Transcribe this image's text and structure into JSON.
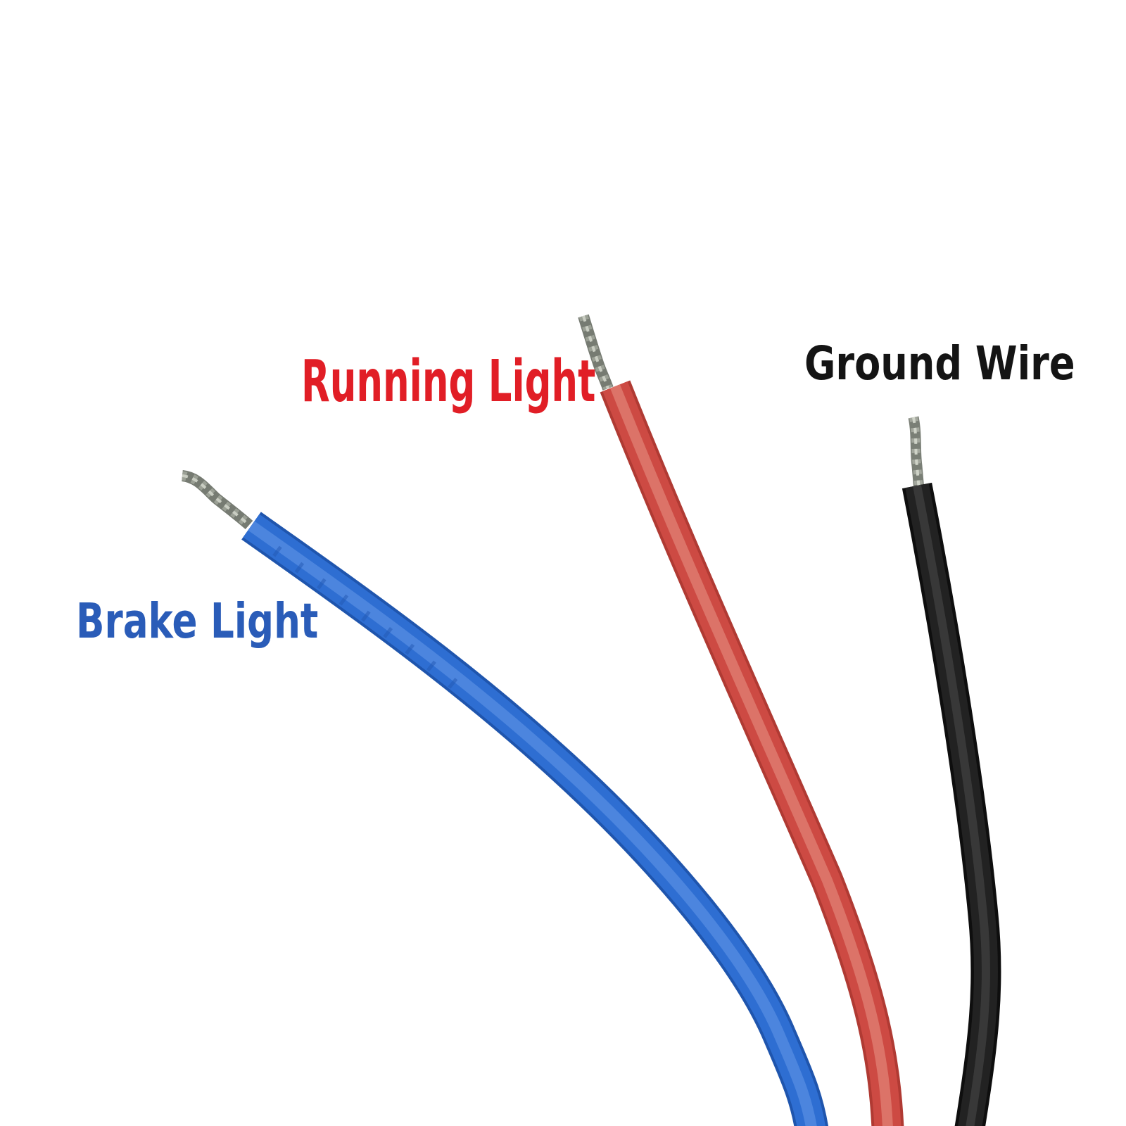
{
  "background_color": "#ffffff",
  "labels": {
    "running": {
      "text": "Running Light",
      "color": "#e11e26"
    },
    "ground": {
      "text": "Ground Wire",
      "color": "#141414"
    },
    "brake": {
      "text": "Brake Light",
      "color": "#2a5cb8"
    }
  },
  "wires": {
    "brake": {
      "insulation": "#2e6ed2",
      "insulation_dark": "#1f55ad",
      "insulation_light": "#5189e0",
      "marking": "#2257b2",
      "tip": "#9ba095",
      "tip_dark": "#767b72",
      "tip_light": "#c9cdc2"
    },
    "running": {
      "insulation": "#cd4a43",
      "insulation_dark": "#b03a33",
      "insulation_light": "#e07d72",
      "tip": "#9ba095",
      "tip_dark": "#767b72",
      "tip_light": "#c9cdc2"
    },
    "ground": {
      "insulation": "#222222",
      "insulation_dark": "#0e0e0e",
      "insulation_light": "#3f3f3f",
      "tip": "#a3a79d",
      "tip_dark": "#7a7f76",
      "tip_light": "#cfd3c8"
    }
  }
}
